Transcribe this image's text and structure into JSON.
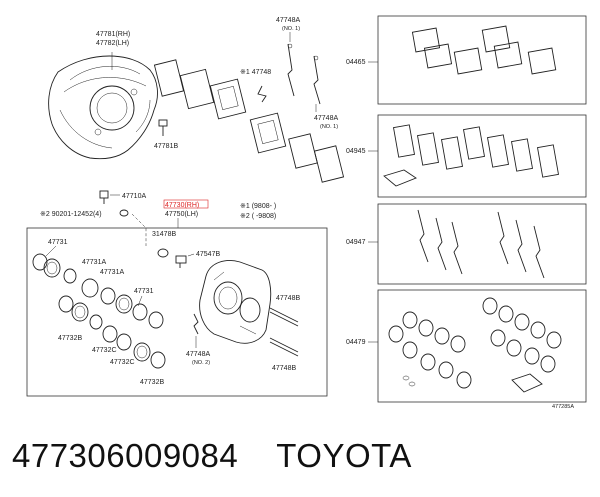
{
  "labels": {
    "shield_rh": "47781(RH)",
    "shield_lh": "47782(LH)",
    "bolt_shield": "47781B",
    "bolt_710": "47710A",
    "washer_note": "※2 90201-12452(4)",
    "caliper_rh": "47730(RH)",
    "caliper_lh": "47750(LH)",
    "clip_note": "※1 47748",
    "spring_a_top": "47748A",
    "spring_a_top_sub": "(NO. 1)",
    "spring_a_mid": "47748A",
    "spring_a_mid_sub": "(NO. 1)",
    "note1": "※1 (9808-      )",
    "note2": "※2 (      -9808)",
    "cover": "31478B",
    "bleeder": "47547B",
    "piston_731_a": "47731",
    "piston_731_b": "47731",
    "seal_731a_a": "47731A",
    "seal_731a_b": "47731A",
    "boot_732b_a": "47732B",
    "boot_732b_b": "47732B",
    "ring_732c_a": "47732C",
    "ring_732c_b": "47732C",
    "pin_748b_a": "47748B",
    "pin_748b_b": "47748B",
    "spring_a_low": "47748A",
    "spring_a_low_sub": "(NO. 2)",
    "kit_pads": "04465",
    "kit_shims": "04945",
    "kit_springs": "04947",
    "kit_seals": "04479",
    "drawing_no": "477285A"
  },
  "caption": {
    "part_number": "477306009084",
    "brand": "TOYOTA"
  }
}
